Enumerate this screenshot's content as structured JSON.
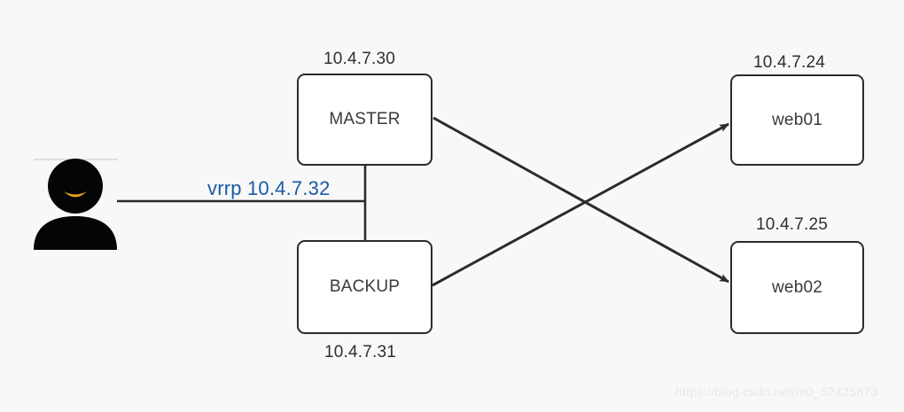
{
  "diagram": {
    "type": "network-topology",
    "background_color": "#f8f8f8",
    "stroke_color": "#2b2b2b",
    "accent_color": "#1a5aa8",
    "watermark": "https://blog.csdn.net/m0_52425873",
    "nodes": [
      {
        "id": "master",
        "label": "MASTER",
        "ip": "10.4.7.30",
        "ip_position": "above"
      },
      {
        "id": "backup",
        "label": "BACKUP",
        "ip": "10.4.7.31",
        "ip_position": "below"
      },
      {
        "id": "web01",
        "label": "web01",
        "ip": "10.4.7.24",
        "ip_position": "above"
      },
      {
        "id": "web02",
        "label": "web02",
        "ip": "10.4.7.25",
        "ip_position": "above"
      }
    ],
    "links": [
      {
        "from": "client",
        "to": "vrrp-bus",
        "label": "vrrp 10.4.7.32",
        "label_color": "#1a5aa8",
        "arrow": false
      },
      {
        "from": "master",
        "to": "web02",
        "arrow": true
      },
      {
        "from": "backup",
        "to": "web01",
        "arrow": true
      },
      {
        "from": "master",
        "to": "backup",
        "arrow": false
      }
    ],
    "client": {
      "name": "user",
      "icon": "person-icon",
      "body_color": "#050505",
      "smile_color": "#e8a317"
    }
  }
}
